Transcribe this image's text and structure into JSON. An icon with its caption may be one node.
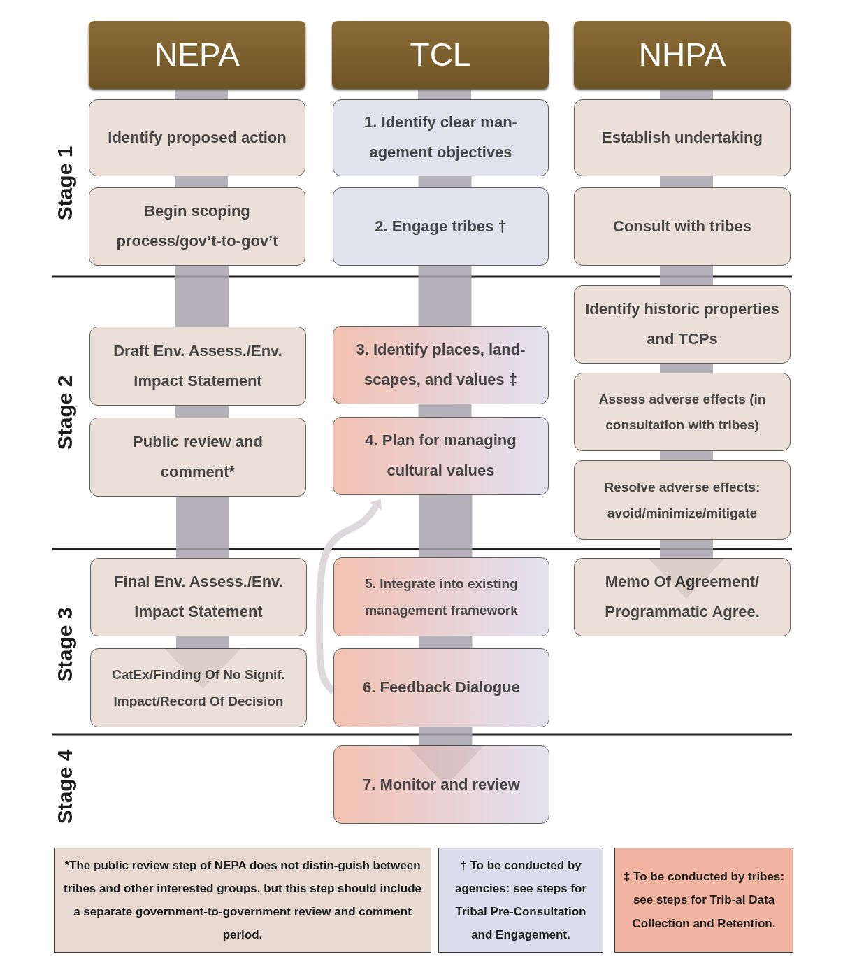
{
  "diagram": {
    "nodes": [
      {
        "text": [
          "NEPA"
        ]
      },
      {
        "text": [
          "TCL"
        ]
      },
      {
        "text": [
          "NHPA"
        ]
      },
      {
        "text": [
          "Identify proposed action"
        ]
      },
      {
        "text": [
          "1. Identify clear man-agement objectives"
        ]
      },
      {
        "text": [
          "Establish undertaking"
        ]
      },
      {
        "text": [
          "Begin scoping process/gov’t-to-gov’t"
        ]
      },
      {
        "text": [
          "2. Engage tribes †"
        ]
      },
      {
        "text": [
          "Consult with tribes"
        ]
      },
      {
        "text": [
          "Identify historic properties and TCPs"
        ]
      },
      {
        "text": [
          "Draft Env. Assess./Env. Impact Statement"
        ]
      },
      {
        "text": [
          "3. Identify places, land-scapes, and values ‡"
        ]
      },
      {
        "text": [
          "Assess adverse effects (in consultation with tribes)"
        ]
      },
      {
        "text": [
          "Public review and comment*"
        ]
      },
      {
        "text": [
          "4. Plan for managing cultural values"
        ]
      },
      {
        "text": [
          "Resolve adverse effects: avoid/minimize/mitigate"
        ]
      },
      {
        "text": [
          "Final Env. Assess./Env. Impact Statement"
        ]
      },
      {
        "text": [
          "5. Integrate into existing management framework"
        ]
      },
      {
        "text": [
          "Memo Of Agreement/ Programmatic Agree."
        ]
      },
      {
        "text": [
          "CatEx/Finding Of No Signif. Impact/Record Of Decision"
        ]
      },
      {
        "text": [
          "6. Feedback Dialogue"
        ]
      },
      {
        "text": [
          "7. Monitor and review"
        ]
      },
      {
        "text": [
          "*The public review step of NEPA does not distin-guish between tribes and other interested groups, but this step should include a separate government-to-government review and comment period."
        ]
      },
      {
        "text": [
          "† To be conducted by agencies: see steps for Tribal Pre-Consultation and Engagement."
        ]
      },
      {
        "text": [
          "‡ To be conducted by tribes: see steps for Trib-al Data Collection and Retention."
        ]
      }
    ],
    "edges": [
      {
        "from": 0,
        "to": 3,
        "arrow": "none"
      },
      {
        "from": 3,
        "to": 6,
        "arrow": "none"
      },
      {
        "from": 6,
        "to": 10,
        "arrow": "none"
      },
      {
        "from": 10,
        "to": 13,
        "arrow": "none"
      },
      {
        "from": 13,
        "to": 16,
        "arrow": "none"
      },
      {
        "from": 16,
        "to": 19,
        "arrow": "to"
      },
      {
        "from": 1,
        "to": 4,
        "arrow": "none"
      },
      {
        "from": 4,
        "to": 7,
        "arrow": "none"
      },
      {
        "from": 7,
        "to": 11,
        "arrow": "none"
      },
      {
        "from": 11,
        "to": 14,
        "arrow": "none"
      },
      {
        "from": 14,
        "to": 17,
        "arrow": "none"
      },
      {
        "from": 17,
        "to": 20,
        "arrow": "none"
      },
      {
        "from": 20,
        "to": 21,
        "arrow": "to"
      },
      {
        "from": 2,
        "to": 5,
        "arrow": "none"
      },
      {
        "from": 5,
        "to": 8,
        "arrow": "none"
      },
      {
        "from": 8,
        "to": 9,
        "arrow": "none"
      },
      {
        "from": 9,
        "to": 12,
        "arrow": "none"
      },
      {
        "from": 12,
        "to": 15,
        "arrow": "none"
      },
      {
        "from": 15,
        "to": 18,
        "arrow": "to"
      },
      {
        "from": 20,
        "to": 14,
        "arrow": "to",
        "color": "#dcd8dc"
      }
    ],
    "labels": [
      "Stage 1",
      "Stage 2",
      "Stage 3",
      "Stage 4"
    ]
  }
}
